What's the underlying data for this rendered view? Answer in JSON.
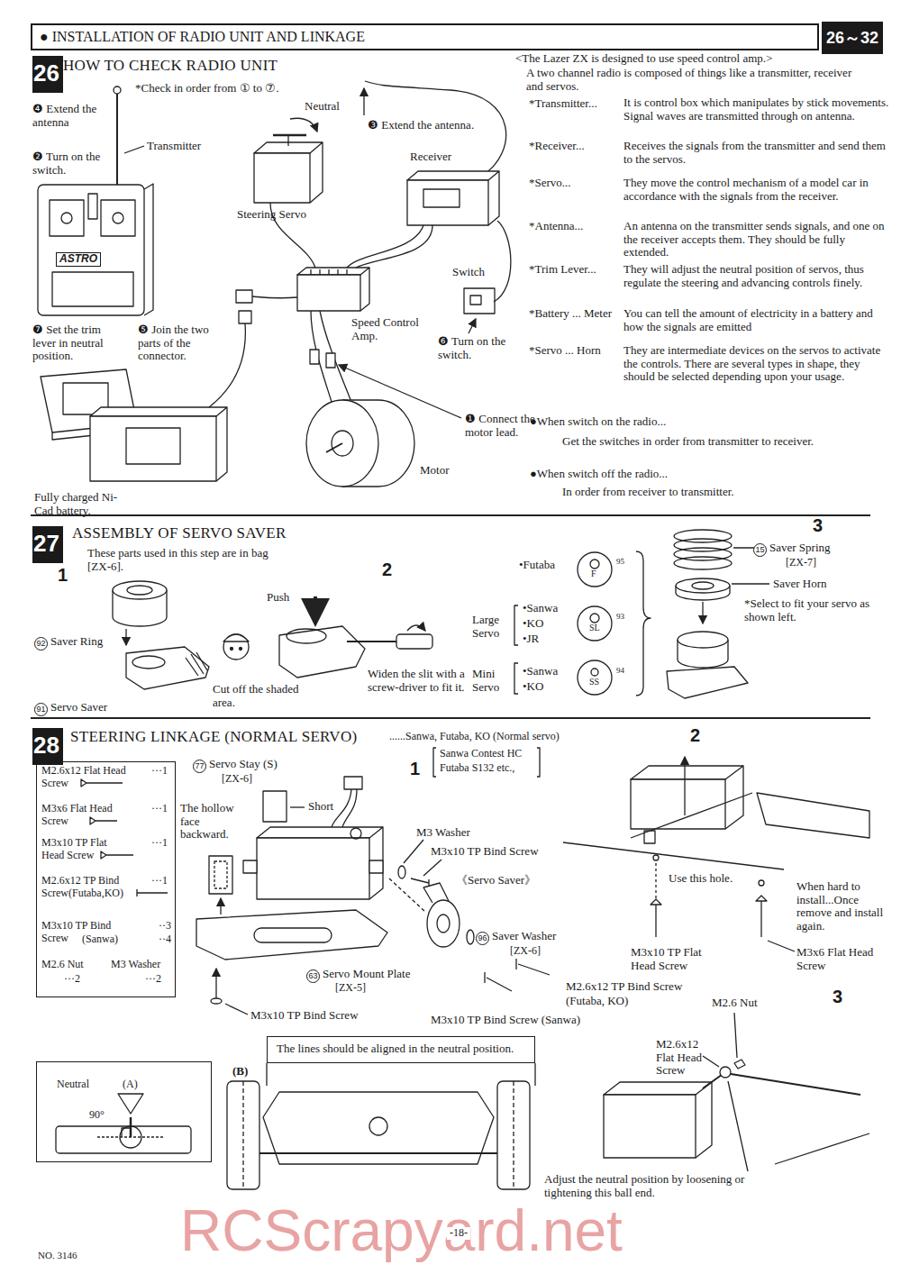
{
  "diagram": {
    "nodes": [
      {
        "text": [
          "● INSTALLATION OF RADIO UNIT AND LINKAGE"
        ]
      },
      {
        "text": [
          "26～32"
        ]
      },
      {
        "text": [
          "26"
        ]
      },
      {
        "text": [
          "27"
        ]
      },
      {
        "text": [
          "28"
        ]
      },
      {
        "text": [
          "M2.6x12 Flat Head Screw",
          "···1",
          "M3x6 Flat Head Screw",
          "···1",
          "M3x10 TP Flat Head Screw",
          "···1",
          "M2.6x12 TP Bind Screw(Futaba,KO)",
          "···1",
          "M3x10 TP Bind Screw",
          "··3",
          "(Sanwa)",
          "··4",
          "M2.6 Nut",
          "M3 Washer",
          "···2",
          "···2"
        ]
      },
      {
        "text": [
          "Neutral",
          "(A)",
          "90°"
        ]
      },
      {
        "text": [
          "The lines should be aligned in the neutral position."
        ]
      }
    ],
    "labels": [
      "HOW TO CHECK RADIO UNIT",
      "*Check in order from ① to ⑦.",
      "❹ Extend the antenna",
      "Transmitter",
      "❷ Turn on the switch.",
      "Neutral",
      "❸ Extend the antenna.",
      "Receiver",
      "Steering Servo",
      "Switch",
      "Speed Control Amp.",
      "ASTRO",
      "❼ Set the trim lever in neutral position.",
      "❺ Join the two parts of the connector.",
      "❻ Turn on the switch.",
      "❶ Connect the motor lead.",
      "Motor",
      "Fully charged Ni-Cad battery.",
      "<The Lazer ZX is designed to use speed control amp.>",
      "A two channel radio is composed of things like a transmitter, receiver and servos.",
      "*Transmitter...",
      "It is control box which manipulates by stick movements. Signal waves are transmitted through on antenna.",
      "*Receiver...",
      "Receives the signals from the transmitter and send them to the servos.",
      "*Servo...",
      "They move the control mechanism of a model car in accordance with the signals from the receiver.",
      "*Antenna...",
      "An antenna on the transmitter sends signals, and one on the receiver accepts them. They should be fully extended.",
      "*Trim Lever...",
      "They will adjust the neutral position of servos, thus regulate the steering and advancing controls finely.",
      "*Battery ... Meter",
      "You can tell the amount of electricity in a battery and how the signals are emitted",
      "*Servo ... Horn",
      "They are intermediate devices on the servos to activate the controls. There are several types in shape, they should be selected depending upon your usage.",
      "●When switch on the radio...",
      "Get the switches in order from transmitter to receiver.",
      "●When switch off the radio...",
      "In order from receiver to transmitter.",
      "ASSEMBLY OF SERVO SAVER",
      "These parts used in this step are in bag [ZX-6].",
      "1",
      "92",
      "Saver Ring",
      "91",
      "Servo Saver",
      "Cut off the shaded area.",
      "2",
      "Push",
      "Widen the slit with a screw-driver to fit it.",
      "•Futaba",
      "F",
      "95",
      "Large Servo",
      "•Sanwa",
      "•KO",
      "•JR",
      "SL",
      "93",
      "Mini Servo",
      "•Sanwa",
      "•KO",
      "SS",
      "94",
      "3",
      "15",
      "Saver Spring",
      "[ZX-7]",
      "Saver Horn",
      "*Select to fit your servo as shown left.",
      "STEERING LINKAGE (NORMAL SERVO)",
      "......Sanwa, Futaba, KO (Normal servo)",
      "77",
      "Servo Stay (S)",
      "[ZX-6]",
      "1",
      "Sanwa Contest HC",
      "Futaba S132 etc.,",
      "Short",
      "The hollow face backward.",
      "M3 Washer",
      "M3x10 TP Bind Screw",
      "《Servo Saver》",
      "96",
      "Saver Washer",
      "[ZX-6]",
      "63",
      "Servo Mount Plate",
      "[ZX-5]",
      "M3x10 TP Bind Screw",
      "M2.6x12 TP Bind Screw",
      "(Futaba, KO)",
      "M3x10 TP Bind Screw (Sanwa)",
      "2",
      "Use this hole.",
      "When hard to install...Once remove and install again.",
      "M3x10 TP Flat Head Screw",
      "M3x6 Flat Head Screw",
      "M2.6 Nut",
      "3",
      "M2.6x12 Flat Head Screw",
      "Adjust the neutral position by loosening or tightening this ball end.",
      "(B)",
      "NO. 3146",
      "-18-",
      "RCScrapyard.net"
    ]
  }
}
